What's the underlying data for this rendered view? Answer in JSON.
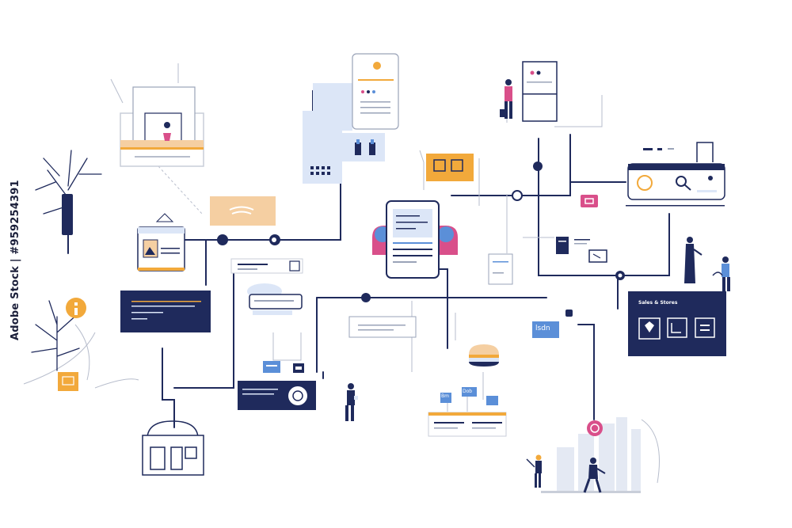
{
  "watermark": "Adobe Stock | #959254391",
  "panel": {
    "title": "Sales & Stores"
  },
  "chips": {
    "lsd": "lsdn",
    "bm": "Bm",
    "db": "Dob"
  },
  "colors": {
    "navy": "#1f2a5c",
    "orange": "#f2a93b",
    "peach": "#f5cfa2",
    "blue": "#5b8fd8",
    "lightBlue": "#dce6f7",
    "magenta": "#c84b93",
    "pink": "#d94f8a",
    "grey": "#c9ced9",
    "paleGrey": "#eef1f7"
  }
}
